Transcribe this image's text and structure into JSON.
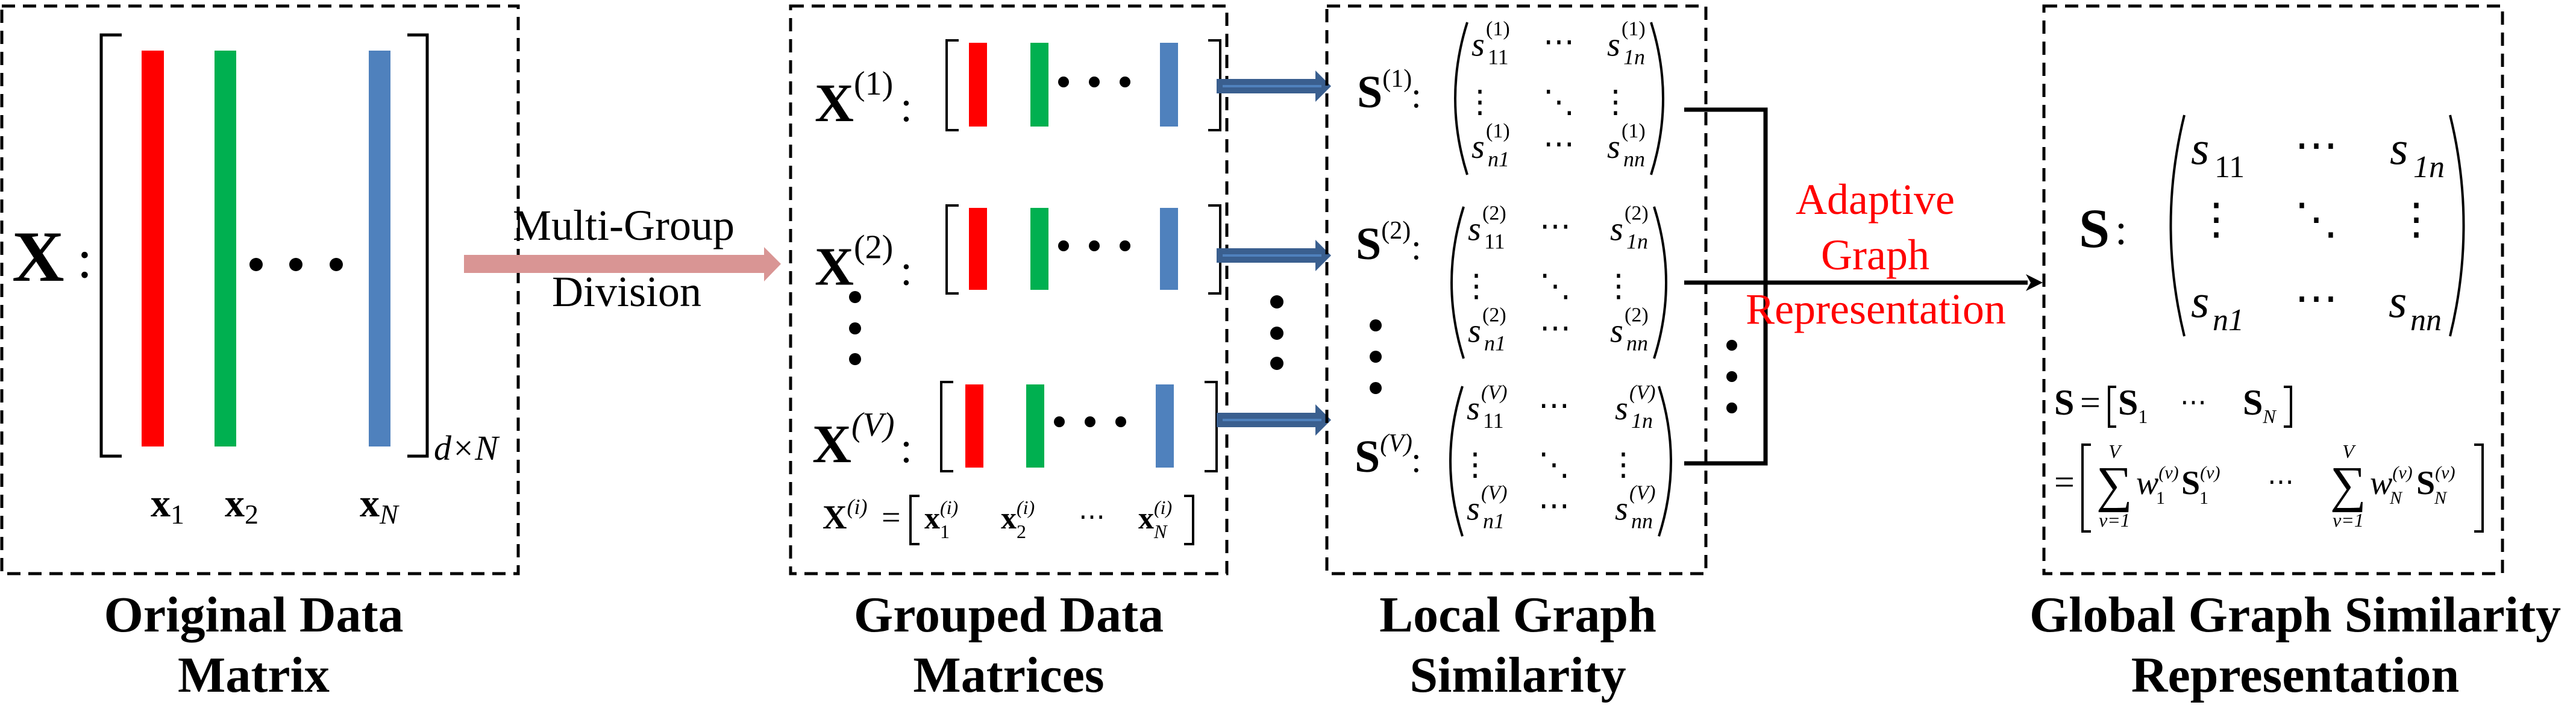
{
  "colors": {
    "red_bar": "#ff0000",
    "green_bar": "#00b050",
    "blue_bar": "#4f81bd",
    "division_arrow": "#d99594",
    "group_arrow": "#3a5f8f",
    "group_arrow_highlight": "#4f81bd",
    "adaptive_label": "#ff0000"
  },
  "panel_original": {
    "matrix_symbol": "X",
    "colon": ":",
    "dimension": "d×N",
    "columns": [
      {
        "symbol": "x",
        "subscript": "1",
        "color": "red"
      },
      {
        "symbol": "x",
        "subscript": "2",
        "color": "green"
      },
      {
        "symbol": "x",
        "subscript": "N",
        "color": "blue"
      }
    ],
    "ellipsis": "• • •",
    "title_line1": "Original Data",
    "title_line2": "Matrix"
  },
  "division_arrow": {
    "label_line1": "Multi-Group",
    "label_line2": "Division"
  },
  "panel_grouped": {
    "rows": [
      {
        "symbol": "X",
        "superscript": "(1)"
      },
      {
        "symbol": "X",
        "superscript": "(2)"
      },
      {
        "symbol": "X",
        "superscript": "(V)"
      }
    ],
    "colon": ":",
    "ellipsis": "• • •",
    "formula": {
      "lhs": "X",
      "lhs_sup": "(i)",
      "equals": "=",
      "cols": [
        {
          "symbol": "x",
          "sub": "1",
          "sup": "(i)"
        },
        {
          "symbol": "x",
          "sub": "2",
          "sup": "(i)"
        },
        {
          "symbol": "x",
          "sub": "N",
          "sup": "(i)"
        }
      ],
      "dots": "⋯"
    },
    "title_line1": "Grouped Data",
    "title_line2": "Matrices"
  },
  "panel_local": {
    "matrices": [
      {
        "symbol": "S",
        "superscript": "(1)",
        "tag": "(1)"
      },
      {
        "symbol": "S",
        "superscript": "(2)",
        "tag": "(2)"
      },
      {
        "symbol": "S",
        "superscript": "(V)",
        "tag": "(V)"
      }
    ],
    "colon": ":",
    "entry_symbol": "s",
    "subs": {
      "top_left": "11",
      "top_right": "1n",
      "bottom_left": "n1",
      "bottom_right": "nn"
    },
    "hdots": "⋯",
    "vdots": "⋮",
    "ddots": "⋱",
    "title_line1": "Local Graph",
    "title_line2": "Similarity"
  },
  "adaptive_label": {
    "line1": "Adaptive",
    "line2": "Graph",
    "line3": "Representation"
  },
  "panel_global": {
    "matrix_symbol": "S",
    "colon": ":",
    "entry_symbol": "s",
    "subs": {
      "top_left": "11",
      "top_right": "1n",
      "bottom_left": "n1",
      "bottom_right": "nn"
    },
    "hdots": "⋯",
    "vdots": "⋮",
    "ddots": "⋱",
    "formula_line1": {
      "lhs": "S",
      "equals": "=",
      "first": "S",
      "first_sub": "1",
      "dots": "⋯",
      "last": "S",
      "last_sub": "N"
    },
    "formula_line2": {
      "equals": "=",
      "sum": "∑",
      "sum_upper": "V",
      "sum_lower": "v=1",
      "weight": "w",
      "weight_sup": "(v)",
      "first_sub": "1",
      "last_sub": "N",
      "matrix": "S",
      "matrix_sup": "(v)",
      "dots": "⋯"
    },
    "title_line1": "Global Graph Similarity",
    "title_line2": "Representation"
  }
}
